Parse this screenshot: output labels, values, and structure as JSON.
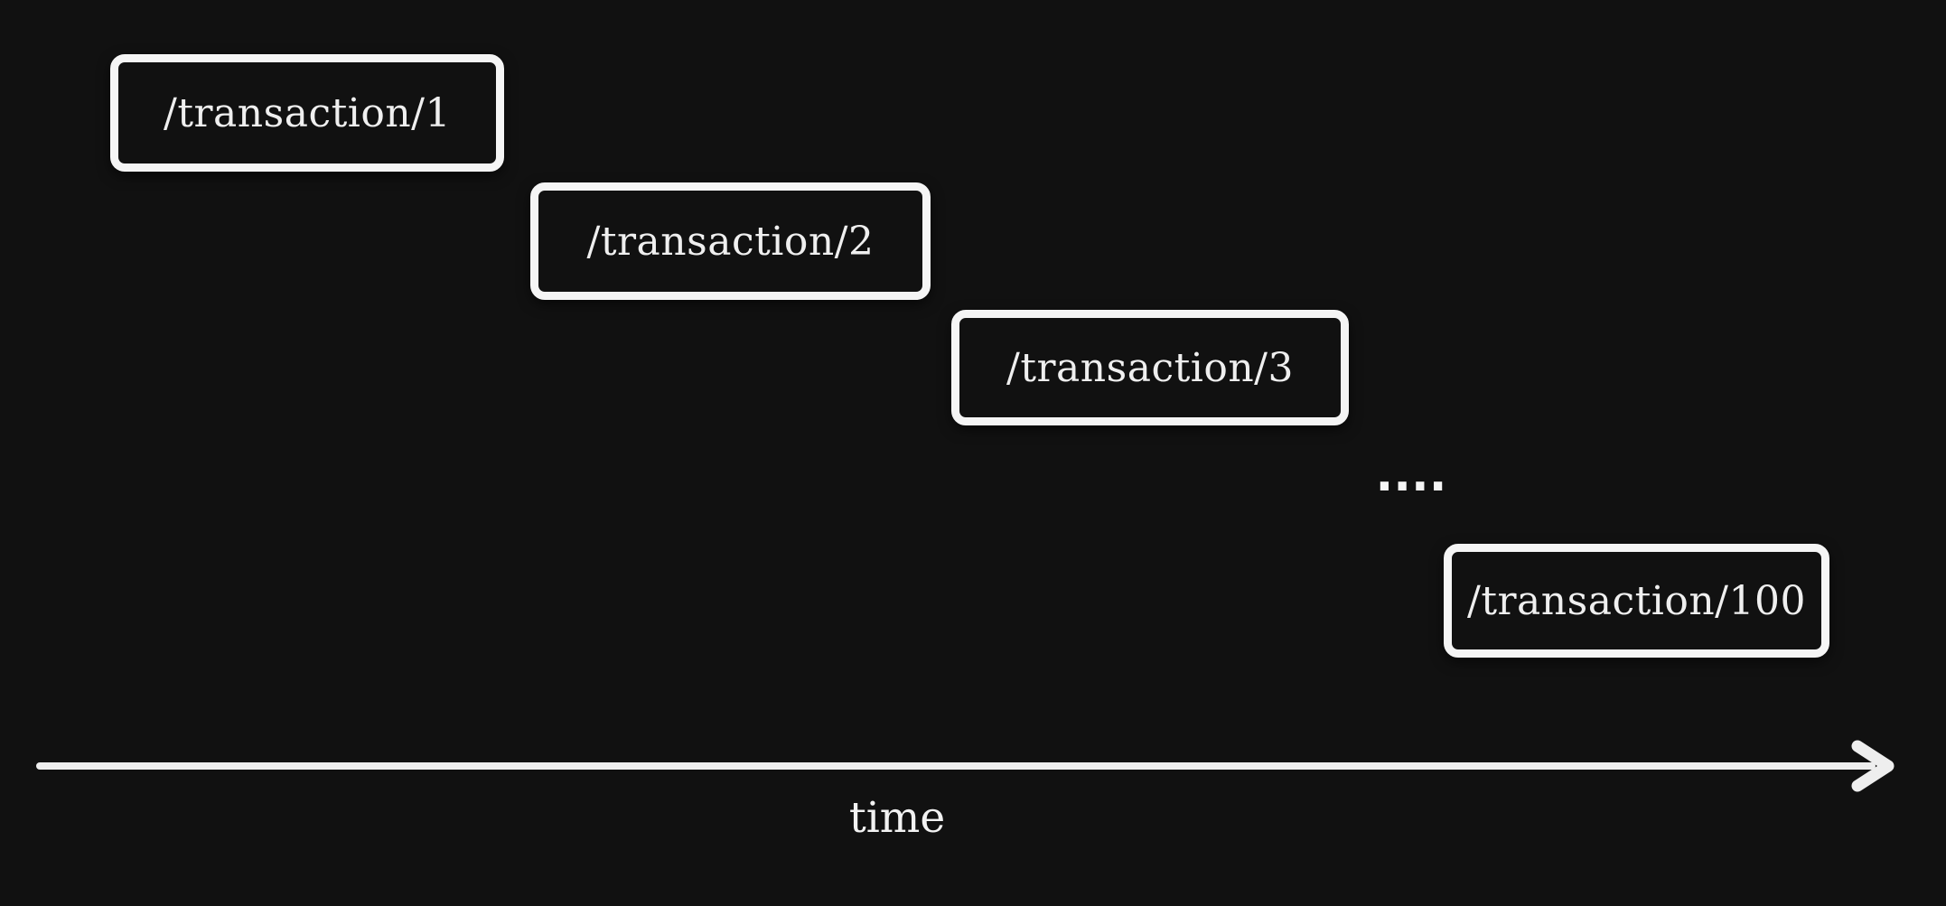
{
  "diagram": {
    "boxes": [
      {
        "label": "/transaction/1"
      },
      {
        "label": "/transaction/2"
      },
      {
        "label": "/transaction/3"
      },
      {
        "label": "/transaction/100"
      }
    ],
    "ellipsis": "....",
    "axis": {
      "label": "time"
    },
    "colors": {
      "background": "#111111",
      "box_border": "#f5f5f5",
      "text": "#efefef",
      "arrow": "#eeeeee"
    }
  }
}
